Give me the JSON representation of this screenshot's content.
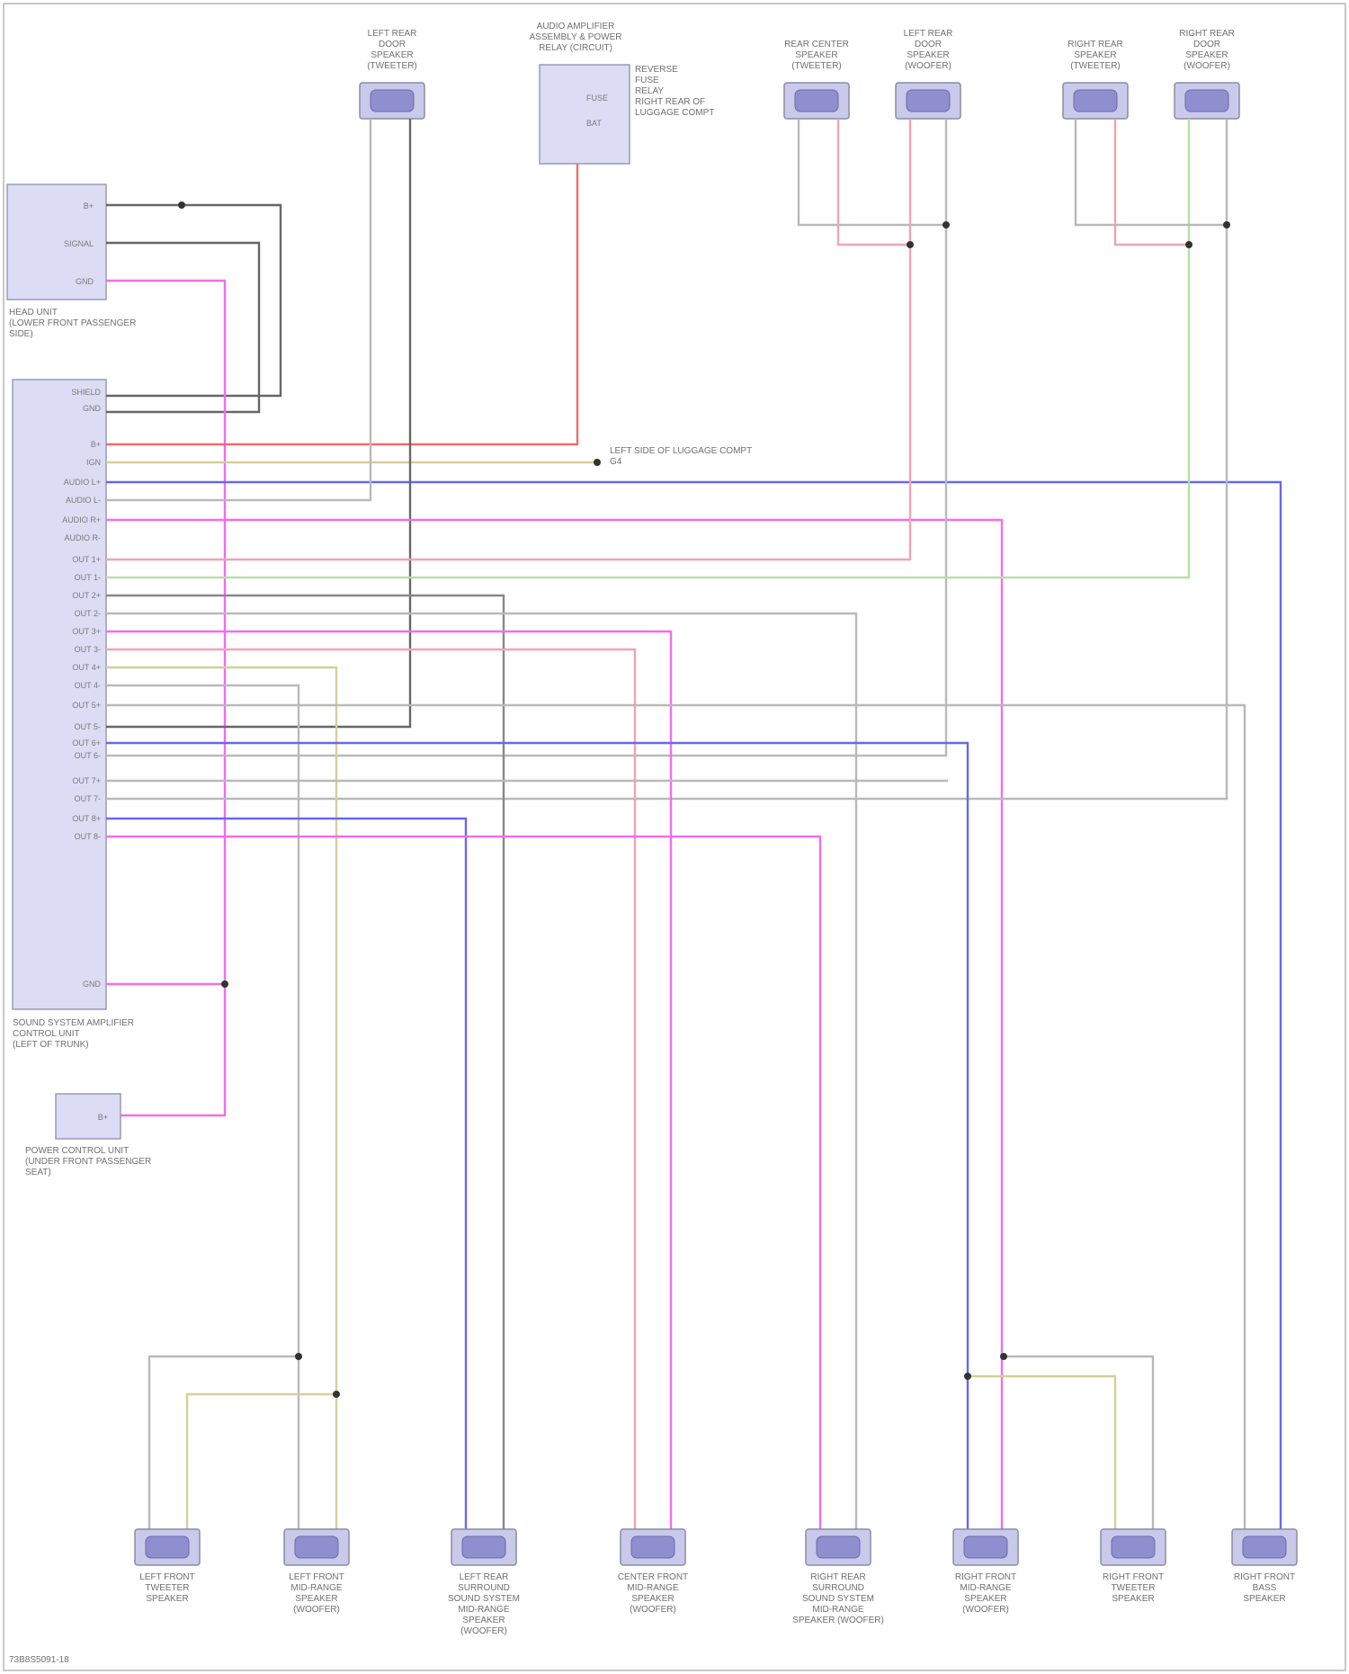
{
  "colors": {
    "red": "#ef6b6b",
    "pink": "#f26cf0",
    "blue": "#6868ec",
    "dark": "#666666",
    "grey": "#b9b9b9",
    "pinkish": "#f1a3b2",
    "olive": "#d5cf9a",
    "green": "#b7dfa6"
  },
  "top_speakers": [
    {
      "id": "lrd",
      "lines": [
        "LEFT REAR",
        "DOOR",
        "SPEAKER",
        "(TWEETER)"
      ]
    },
    {
      "id": "rrc",
      "lines": [
        "REAR CENTER",
        "SPEAKER",
        "(TWEETER)"
      ]
    },
    {
      "id": "lrs",
      "lines": [
        "LEFT REAR",
        "DOOR",
        "SPEAKER",
        "(WOOFER)"
      ]
    },
    {
      "id": "rrt",
      "lines": [
        "RIGHT REAR",
        "SPEAKER",
        "(TWEETER)"
      ]
    },
    {
      "id": "rrw",
      "lines": [
        "RIGHT REAR",
        "DOOR",
        "SPEAKER",
        "(WOOFER)"
      ]
    }
  ],
  "relay": {
    "title": [
      "AUDIO AMPLIFIER",
      "ASSEMBLY & POWER",
      "RELAY (CIRCUIT)"
    ],
    "side": [
      "REVERSE",
      "FUSE",
      "RELAY",
      "RIGHT REAR OF",
      "LUGGAGE COMPT"
    ],
    "pins": [
      "FUSE",
      "BAT"
    ]
  },
  "head_unit": {
    "pins": [
      "B+",
      "SIGNAL",
      "GND"
    ],
    "caption": [
      "HEAD UNIT",
      "(LOWER FRONT PASSENGER",
      "SIDE)"
    ]
  },
  "amp": {
    "pins": [
      "SHIELD",
      "GND",
      "B+",
      "IGN",
      "AUDIO L+",
      "AUDIO L-",
      "AUDIO R+",
      "AUDIO R-",
      "OUT 1+",
      "OUT 1-",
      "OUT 2+",
      "OUT 2-",
      "OUT 3+",
      "OUT 3-",
      "OUT 4+",
      "OUT 4-",
      "OUT 5+",
      "OUT 5-",
      "OUT 6+",
      "OUT 6-",
      "OUT 7+",
      "OUT 7-",
      "OUT 8+",
      "OUT 8-",
      "GND"
    ],
    "caption": [
      "SOUND SYSTEM AMPLIFIER",
      "CONTROL UNIT",
      "(LEFT OF TRUNK)"
    ]
  },
  "ground_note": [
    "LEFT SIDE OF LUGGAGE COMPT",
    "G4"
  ],
  "power_module": {
    "pin": "B+",
    "caption": [
      "POWER CONTROL UNIT",
      "(UNDER FRONT PASSENGER",
      "SEAT)"
    ]
  },
  "bottom_speakers": [
    {
      "id": "b1",
      "lines": [
        "LEFT FRONT",
        "TWEETER",
        "SPEAKER"
      ]
    },
    {
      "id": "b2",
      "lines": [
        "LEFT FRONT",
        "MID-RANGE",
        "SPEAKER",
        "(WOOFER)"
      ]
    },
    {
      "id": "b3",
      "lines": [
        "LEFT REAR",
        "SURROUND",
        "SOUND SYSTEM",
        "MID-RANGE",
        "SPEAKER",
        "(WOOFER)"
      ]
    },
    {
      "id": "b4",
      "lines": [
        "CENTER FRONT",
        "MID-RANGE",
        "SPEAKER",
        "(WOOFER)"
      ]
    },
    {
      "id": "b5",
      "lines": [
        "RIGHT REAR",
        "SURROUND",
        "SOUND SYSTEM",
        "MID-RANGE",
        "SPEAKER (WOOFER)"
      ]
    },
    {
      "id": "b6",
      "lines": [
        "RIGHT FRONT",
        "MID-RANGE",
        "SPEAKER",
        "(WOOFER)"
      ]
    },
    {
      "id": "b7",
      "lines": [
        "RIGHT FRONT",
        "TWEETER",
        "SPEAKER"
      ]
    },
    {
      "id": "b8",
      "lines": [
        "RIGHT FRONT",
        "BASS",
        "SPEAKER"
      ]
    }
  ],
  "footer": "73B8S5091-18"
}
